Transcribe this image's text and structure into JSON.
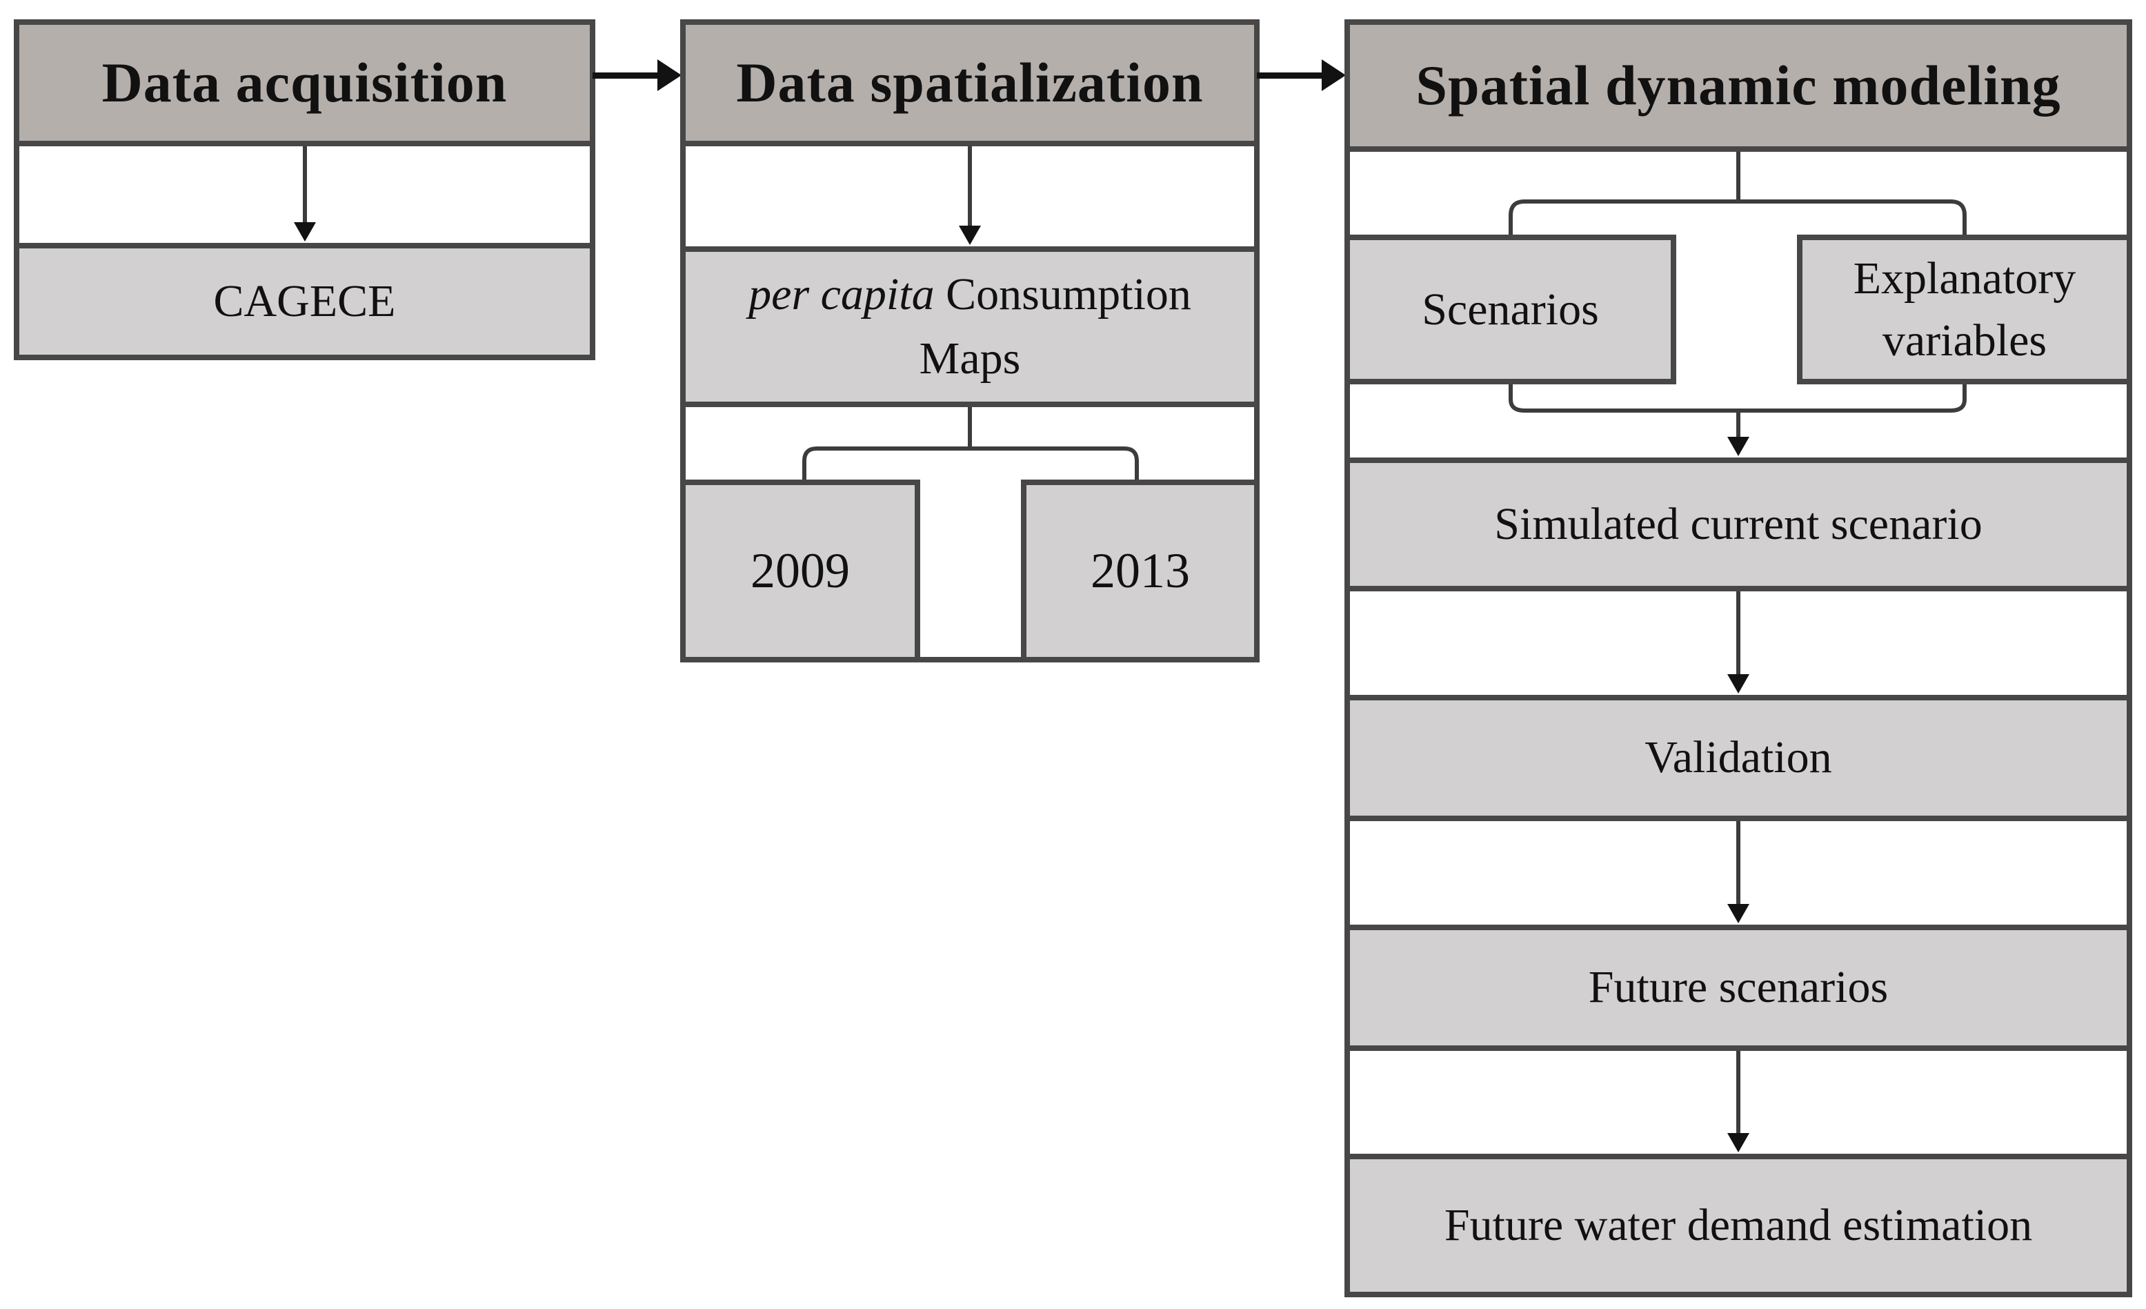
{
  "figure": {
    "colors": {
      "background": "#ffffff",
      "header_bg": "#b5afac",
      "box_bg": "#d2d0d0",
      "border": "#474747",
      "connector": "#3c3c3c",
      "arrow": "#121212",
      "text": "#111111"
    },
    "col1": {
      "title": "Data acquisition",
      "box1": "CAGECE"
    },
    "col2": {
      "title": "Data spatialization",
      "maps_line1_italic": "per capita",
      "maps_line1_rest": " Consumption",
      "maps_line2": "Maps",
      "year_left": "2009",
      "year_right": "2013"
    },
    "col3": {
      "title": "Spatial dynamic modeling",
      "branch_left": "Scenarios",
      "branch_right": "Explanatory variables",
      "flow": [
        "Simulated current scenario",
        "Validation",
        "Future scenarios",
        "Future water demand estimation"
      ]
    }
  }
}
